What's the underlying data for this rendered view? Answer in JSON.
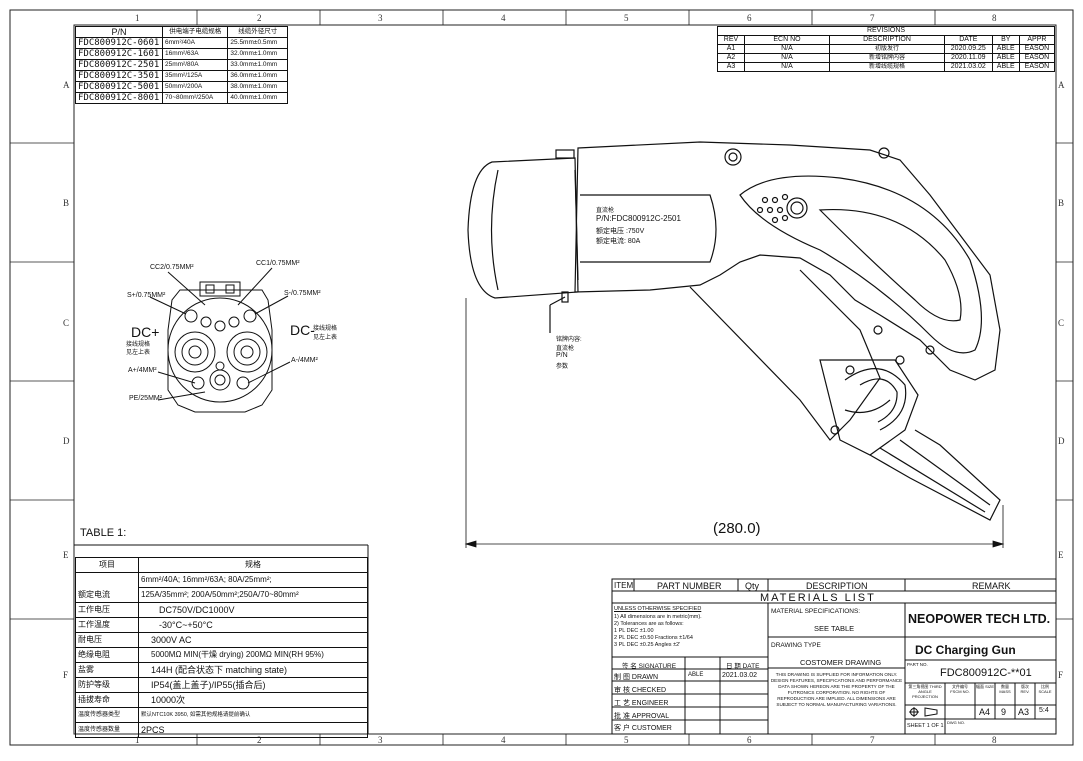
{
  "grid": {
    "columns": [
      "1",
      "2",
      "3",
      "4",
      "5",
      "6",
      "7",
      "8"
    ],
    "rows": [
      "A",
      "B",
      "C",
      "D",
      "E",
      "F"
    ]
  },
  "pn_table": {
    "headers": [
      "P/N",
      "供电端子电缆规格",
      "线缆外径尺寸"
    ],
    "rows": [
      [
        "FDC800912C-0601",
        "6mm²/40A",
        "25.5mm±0.5mm"
      ],
      [
        "FDC800912C-1601",
        "16mm²/63A",
        "32.0mm±1.0mm"
      ],
      [
        "FDC800912C-2501",
        "25mm²/80A",
        "33.0mm±1.0mm"
      ],
      [
        "FDC800912C-3501",
        "35mm²/125A",
        "36.0mm±1.0mm"
      ],
      [
        "FDC800912C-5001",
        "50mm²/200A",
        "38.0mm±1.0mm"
      ],
      [
        "FDC800912C-8001",
        "70~80mm²/250A",
        "40.0mm±1.0mm"
      ]
    ]
  },
  "revisions": {
    "title": "REVISIONS",
    "headers": [
      "REV",
      "ECN NO",
      "DESCRIPTION",
      "DATE",
      "BY",
      "APPR"
    ],
    "rows": [
      [
        "A1",
        "N/A",
        "初版发行",
        "2020.09.25",
        "ABLE",
        "EASON"
      ],
      [
        "A2",
        "N/A",
        "新增铭牌内容",
        "2020.11.09",
        "ABLE",
        "EASON"
      ],
      [
        "A3",
        "N/A",
        "新增线缆规格",
        "2021.03.02",
        "ABLE",
        "EASON"
      ]
    ]
  },
  "pinout": {
    "cc2": "CC2/0.75MM²",
    "cc1": "CC1/0.75MM²",
    "s_plus": "S+/0.75MM²",
    "s_minus": "S-/0.75MM²",
    "dc_plus": "DC+",
    "dc_minus": "DC-",
    "wire_note_left_1": "接线规格",
    "wire_note_left_2": "见左上表",
    "wire_note_right_1": "接线规格",
    "wire_note_right_2": "见左上表",
    "a_plus": "A+/4MM²",
    "a_minus": "A-/4MM²",
    "pe": "PE/25MM²"
  },
  "gun_label": {
    "line1": "直流枪",
    "line2": "P/N:FDC800912C-2501",
    "line3": "额定电压 :750V",
    "line4": "额定电流: 80A"
  },
  "nameplate_note": {
    "line1": "铭牌内容:",
    "line2": "直流枪",
    "line3": "P/N",
    "line4": "参数"
  },
  "dimension": "(280.0)",
  "spec_table": {
    "title": "TABLE 1:",
    "headers": [
      "项目",
      "规格"
    ],
    "current_line1": "6mm²/40A;  16mm²/63A;     80A/25mm²;",
    "rows": [
      [
        "额定电流",
        "125A/35mm²; 200A/50mm²;250A/70~80mm²"
      ],
      [
        "工作电压",
        "DC750V/DC1000V"
      ],
      [
        "工作温度",
        "-30°C~+50°C"
      ],
      [
        "耐电压",
        "3000V AC"
      ],
      [
        "绝缘电阻",
        "5000MΩ MIN(干燥 drying) 200MΩ MIN(RH 95%)"
      ],
      [
        "盐雾",
        "144H (配合状态下  matching state)"
      ],
      [
        "防护等级",
        "IP54(盖上盖子)/IP55(插合后)"
      ],
      [
        "插拔寿命",
        "10000次"
      ],
      [
        "温度传感器类型",
        "默认NTC10K 3950, 如需其他规格请提前确认"
      ],
      [
        "温度传感器数量",
        "2PCS"
      ]
    ]
  },
  "materials": {
    "headers": [
      "ITEM",
      "PART NUMBER",
      "Qty",
      "DESCRIPTION",
      "REMARK"
    ],
    "title": "MATERIALS    LIST",
    "unless": "UNLESS OTHERWISE SPECIFIED",
    "tol1": "1) All dimensions are in metric(mm).",
    "tol2": "2) Tolerances are as follows:",
    "tol3": "1 PL DEC ±1.00",
    "tol4": "2 PL DEC ±0.50      Fractions ±1/64",
    "tol5": "3 PL DEC ±0.25      Angles ±2'",
    "material_label": "MATERIAL SPECIFICATIONS:",
    "material_value": "SEE TABLE",
    "drawing_type_label": "DRAWING TYPE",
    "drawing_type_value": "COSTOMER DRAWING",
    "signature": "签 名  SIGNATURE",
    "date_label": "日 期  DATE",
    "drawn": "制 图  DRAWN",
    "drawn_by": "ABLE",
    "drawn_date": "2021.03.02",
    "checked": "审 核  CHECKED",
    "engineer": "工 艺  ENGINEER",
    "approval": "批 准  APPROVAL",
    "customer": "客 户  CUSTOMER",
    "notice": "THIS DRAWING IS SUPPLIED FOR INFORMATION ONLY. DESIGN FEATURES, SPECIFICATIONS AND PERFORMANCE DATA SHOWN HEREON ARE THE PROPERTY OF THE FUTRONICS CORPORATION. NO RIGHTS OF REPRODUCTION ARE IMPLIED. ALL DIMENSIONS ARE SUBJECT TO NORMAL MANUFACTURING VARIATIONS.",
    "company": "NEOPOWER TECH LTD.",
    "product": "DC Charging Gun",
    "part_no_label": "PART NO.",
    "part_no": "FDC800912C-**01",
    "projection": "第三角视图 THIRD ANGLE PROJECTION",
    "fscm": "文件编号 FSCM NO.",
    "size_label": "幅面 SIZE",
    "mass_label": "数量 MASS",
    "rev_label": "版次 REV.",
    "scale_label": "比例 SCALE",
    "size": "A4",
    "mass": "9",
    "rev": "A3",
    "scale": "5:4",
    "dwg_no": "DWG NO.",
    "sheet": "SHEET  1  OF  1"
  }
}
